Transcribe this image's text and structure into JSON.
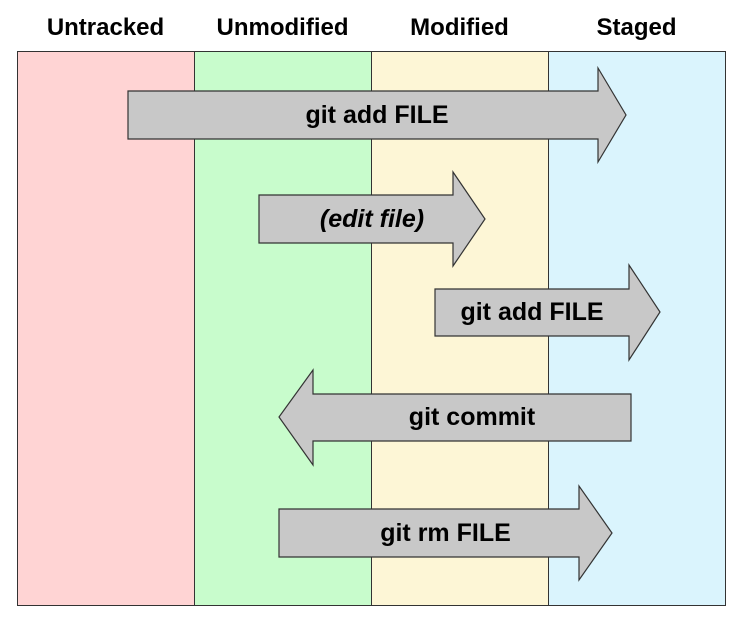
{
  "columns": [
    "Untracked",
    "Unmodified",
    "Modified",
    "Staged"
  ],
  "colors": {
    "untracked": "#ffd4d4",
    "unmodified": "#c8fccc",
    "modified": "#fdf6d6",
    "staged": "#daf4fd",
    "arrow_fill": "#c8c8c8"
  },
  "arrows": [
    {
      "label": "git add FILE",
      "from": "Untracked",
      "to": "Staged",
      "direction": "right"
    },
    {
      "label": "(edit file)",
      "from": "Unmodified",
      "to": "Modified",
      "direction": "right"
    },
    {
      "label": "git add FILE",
      "from": "Modified",
      "to": "Staged",
      "direction": "right"
    },
    {
      "label": "git commit",
      "from": "Staged",
      "to": "Unmodified",
      "direction": "left"
    },
    {
      "label": "git rm FILE",
      "from": "Unmodified",
      "to": "Staged",
      "direction": "right"
    }
  ]
}
